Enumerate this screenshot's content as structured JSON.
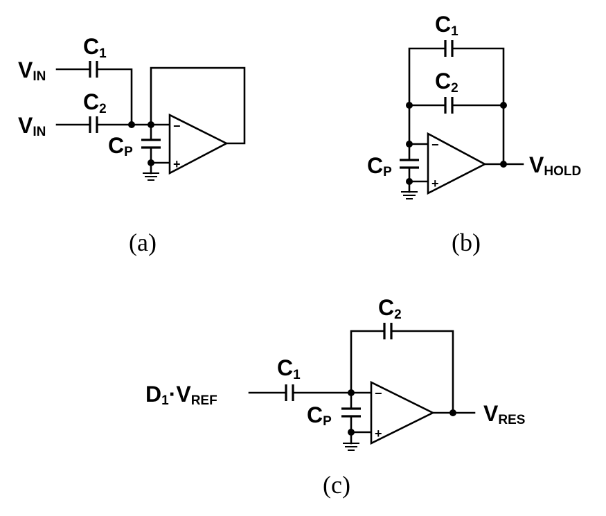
{
  "panels": [
    {
      "caption": "(a)",
      "inputs": [
        {
          "main": "V",
          "sub": "IN"
        },
        {
          "main": "V",
          "sub": "IN"
        }
      ],
      "caps": [
        {
          "main": "C",
          "sub": "1"
        },
        {
          "main": "C",
          "sub": "2"
        },
        {
          "main": "C",
          "sub": "P"
        }
      ]
    },
    {
      "caption": "(b)",
      "caps": [
        {
          "main": "C",
          "sub": "1"
        },
        {
          "main": "C",
          "sub": "2"
        },
        {
          "main": "C",
          "sub": "P"
        }
      ],
      "output": {
        "main": "V",
        "sub": "HOLD"
      }
    },
    {
      "caption": "(c)",
      "input": {
        "d": "D",
        "d_sub": "1",
        "dot": "·",
        "main": "V",
        "sub": "REF"
      },
      "caps": [
        {
          "main": "C",
          "sub": "1"
        },
        {
          "main": "C",
          "sub": "2"
        },
        {
          "main": "C",
          "sub": "P"
        }
      ],
      "output": {
        "main": "V",
        "sub": "RES"
      }
    }
  ],
  "opamp_signs": {
    "minus": "−",
    "plus": "+"
  }
}
